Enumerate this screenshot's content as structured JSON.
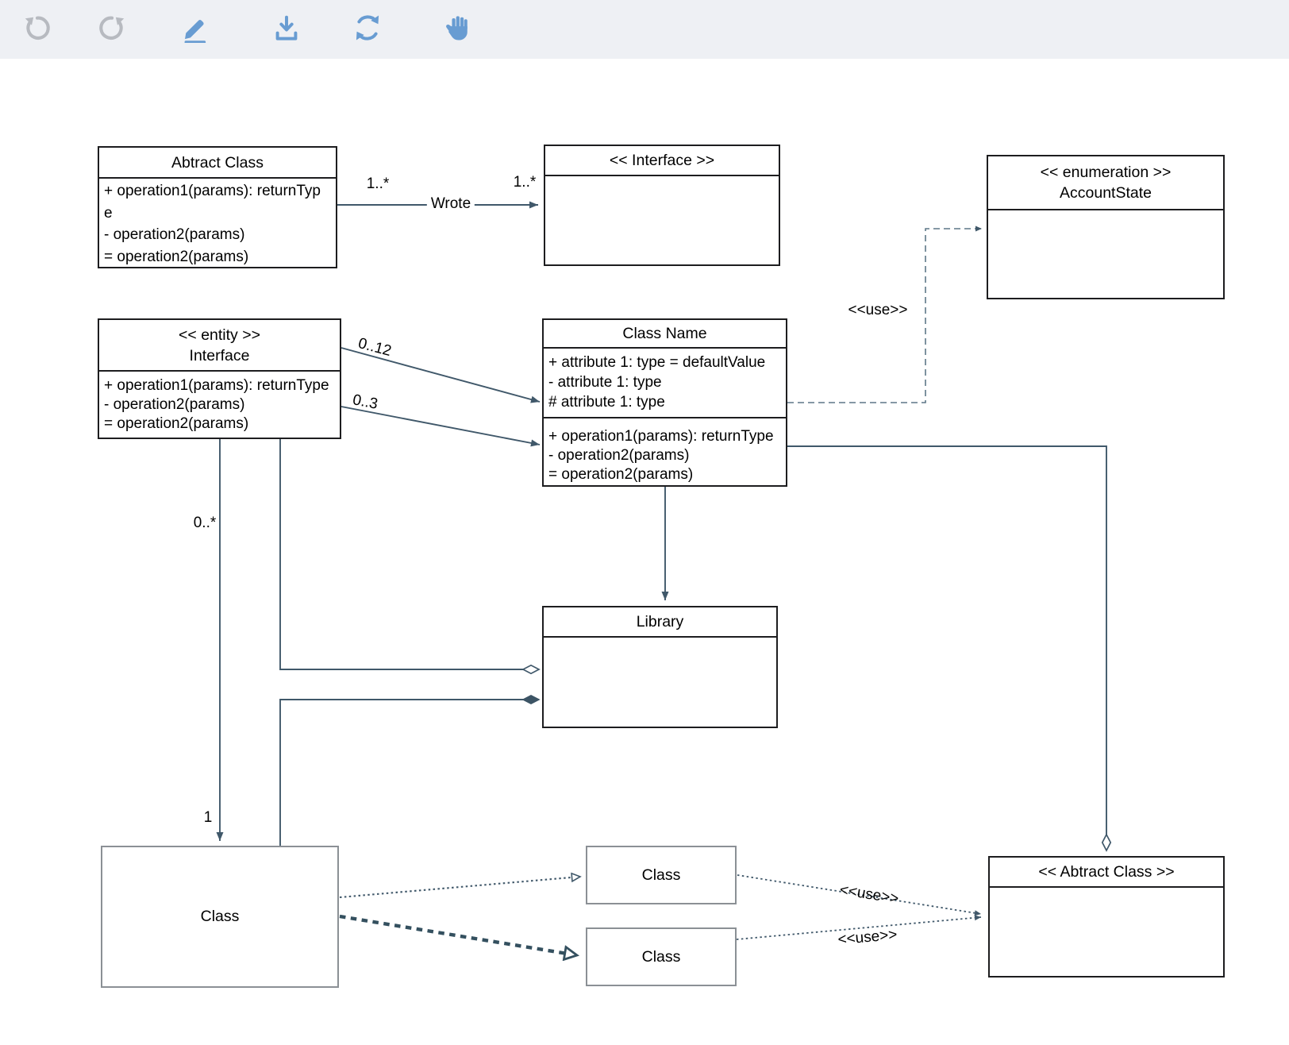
{
  "toolbar": {
    "buttons": [
      {
        "icon": "undo-icon"
      },
      {
        "icon": "redo-icon"
      },
      {
        "icon": "edit-pencil-icon"
      },
      {
        "icon": "download-icon"
      },
      {
        "icon": "sync-icon"
      },
      {
        "icon": "pan-hand-icon"
      }
    ]
  },
  "diagram": {
    "boxes": {
      "abstract_top": {
        "title": "Abtract Class",
        "operations": [
          "+ operation1(params): returnType",
          "- operation2(params)",
          "= operation2(params)"
        ]
      },
      "interface_top": {
        "stereotype": "<< Interface >>"
      },
      "enumeration": {
        "stereotype": "<< enumeration >>",
        "title": "AccountState"
      },
      "entity": {
        "stereotype": "<< entity >>",
        "title": "Interface",
        "operations": [
          "+ operation1(params): returnType",
          "- operation2(params)",
          "= operation2(params)"
        ]
      },
      "class_name": {
        "title": "Class Name",
        "attributes": [
          "+ attribute 1: type = defaultValue",
          "- attribute 1: type",
          "# attribute 1: type"
        ],
        "operations": [
          "+ operation1(params): returnType",
          "- operation2(params)",
          "= operation2(params)"
        ]
      },
      "library": {
        "title": "Library"
      },
      "class_big": {
        "title": "Class"
      },
      "class_mid_top": {
        "title": "Class"
      },
      "class_mid_bottom": {
        "title": "Class"
      },
      "abstract_bottom": {
        "stereotype": "<< Abtract Class >>"
      }
    },
    "edge_labels": {
      "wrote": "Wrote",
      "one_many_left": "1..*",
      "one_many_right": "1..*",
      "zero_twelve": "0..12",
      "zero_three": "0..3",
      "zero_many": "0..*",
      "one": "1",
      "use_top": "<<use>>",
      "use_mid": "<<use>>",
      "use_bottom": "<<use>>"
    },
    "colors": {
      "connector": "#40586a",
      "dashed_use": "#5d7787",
      "box_border": "#1d1d1f",
      "gray_box_border": "#8b9095",
      "toolbar_bg": "#eef0f4",
      "icon_blue": "#689cd2",
      "icon_gray": "#b7bac0"
    }
  }
}
